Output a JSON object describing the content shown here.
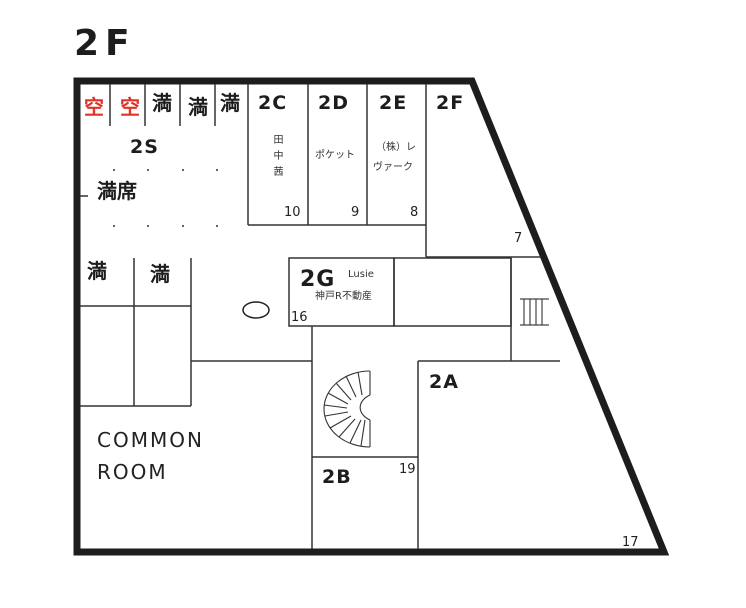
{
  "floor": {
    "title": "2F"
  },
  "colors": {
    "wall": "#1d1d1d",
    "line": "#333333",
    "vacant": "#e0342a",
    "occupied": "#1d1d1d"
  },
  "seats_top": [
    {
      "label": "空",
      "status": "vacant"
    },
    {
      "label": "空",
      "status": "vacant"
    },
    {
      "label": "満",
      "status": "occupied"
    },
    {
      "label": "満",
      "status": "occupied"
    },
    {
      "label": "満",
      "status": "occupied"
    }
  ],
  "space_2s": {
    "name": "2S",
    "status_label": "満席"
  },
  "seats_lower": [
    {
      "label": "満",
      "status": "occupied"
    },
    {
      "label": "満",
      "status": "occupied"
    }
  ],
  "units": {
    "2C": {
      "name": "2C",
      "tenant": "田中茜",
      "number": "10"
    },
    "2D": {
      "name": "2D",
      "tenant": "ポケット",
      "number": "9"
    },
    "2E": {
      "name": "2E",
      "tenant_line1": "（株）レ",
      "tenant_line2": "ヴァーク",
      "number": "8"
    },
    "2F": {
      "name": "2F",
      "number": "7"
    },
    "2G": {
      "name": "2G",
      "tenant_line1": "Lusie",
      "tenant_line2": "神戸R不動産",
      "number": "16"
    },
    "2A": {
      "name": "2A",
      "number": "17"
    },
    "2B": {
      "name": "2B",
      "number": "19"
    }
  },
  "common_room": {
    "line1": "COMMON",
    "line2": "ROOM"
  },
  "icons": [
    "spiral-staircase",
    "straight-staircase",
    "table-oval"
  ]
}
